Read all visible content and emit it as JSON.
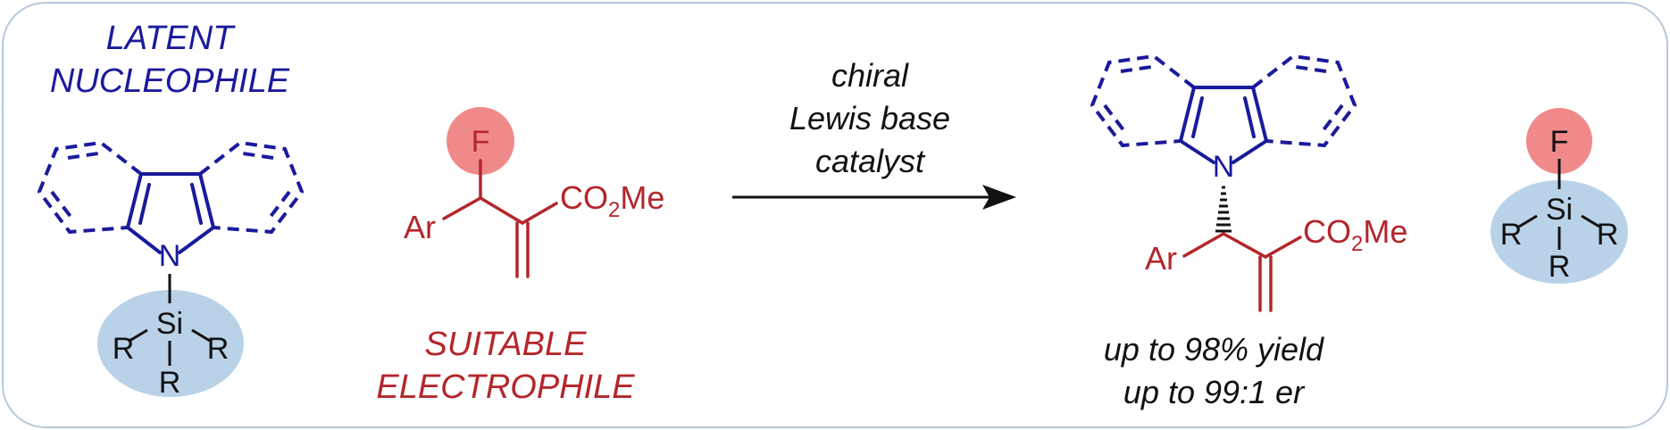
{
  "colors": {
    "blue": "#1a1a9c",
    "red": "#b3262b",
    "black": "#111111",
    "pink": "#f08a8a",
    "lightblue": "#b9d2e8",
    "frame": "#b7c9dc"
  },
  "nucleophile": {
    "label_line1": "LATENT",
    "label_line2": "NUCLEOPHILE",
    "n_label": "N",
    "si_label": "Si",
    "r_left": "R",
    "r_right": "R",
    "r_bottom": "R"
  },
  "electrophile": {
    "f_label": "F",
    "ar_label": "Ar",
    "ester_label": "CO2Me",
    "label_line1": "SUITABLE",
    "label_line2": "ELECTROPHILE"
  },
  "arrow": {
    "line1": "chiral",
    "line2": "Lewis base",
    "line3": "catalyst"
  },
  "product": {
    "n_label": "N",
    "ar_label": "Ar",
    "ester_label": "CO2Me",
    "yield_text": "up to 98% yield",
    "er_text": "up to 99:1 er"
  },
  "byproduct": {
    "f_label": "F",
    "si_label": "Si",
    "r_left": "R",
    "r_right": "R",
    "r_bottom": "R"
  }
}
